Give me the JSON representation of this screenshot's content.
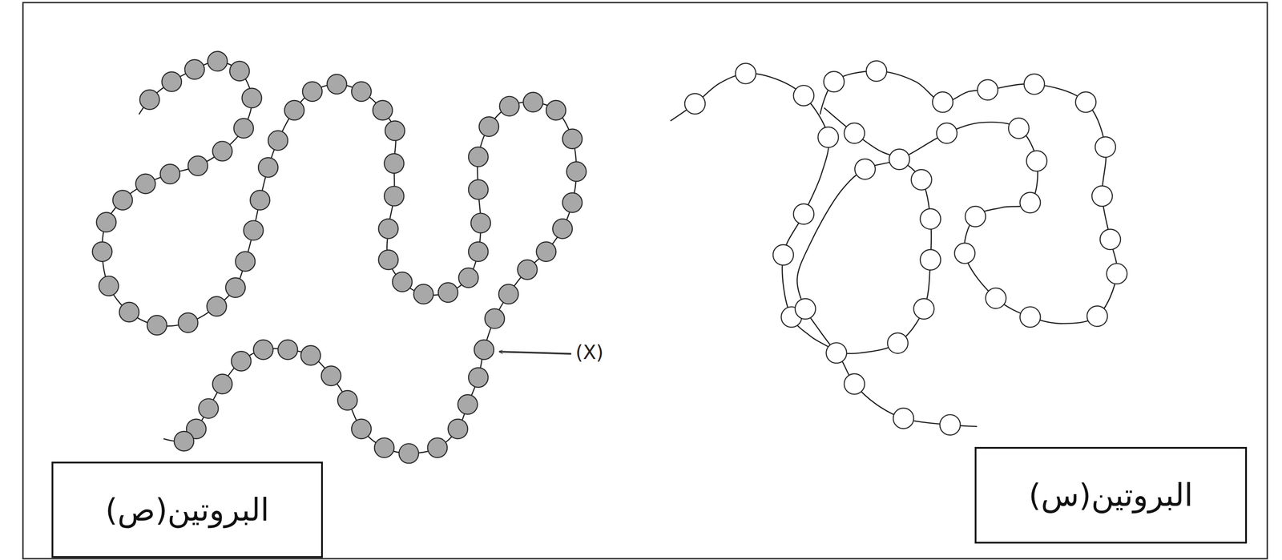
{
  "diagram": {
    "nodes": [
      {
        "text": [
          "البروتين(ص)"
        ]
      },
      {
        "text": [
          "البروتين(س)"
        ]
      }
    ],
    "labels": [
      "(X)"
    ]
  }
}
